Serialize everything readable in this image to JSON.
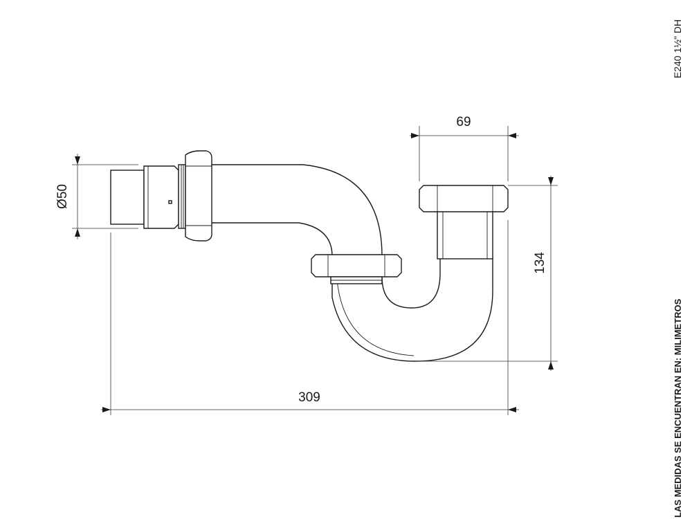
{
  "model_code": "E240 1½\" DH",
  "units_note": "LAS MEDIDAS SE ENCUENTRAN EN: MILIMETROS",
  "dimensions": {
    "diameter": "Ø50",
    "top_width": "69",
    "height": "134",
    "total_length": "309"
  }
}
